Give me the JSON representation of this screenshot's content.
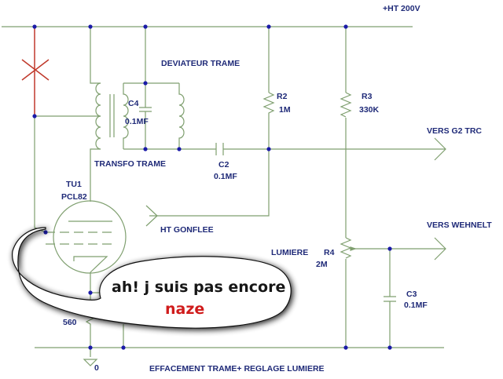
{
  "labels": {
    "ht": "+HT 200V",
    "deviateur": "DEVIATEUR TRAME",
    "r2_name": "R2",
    "r2_value": "1M",
    "r3_name": "R3",
    "r3_value": "330K",
    "vers_g2": "VERS G2 TRC",
    "c4_name": "C4",
    "c4_value": "0.1MF",
    "transfo": "TRANSFO TRAME",
    "c2_name": "C2",
    "c2_value": "0.1MF",
    "tube_name": "TU1",
    "tube_type": "PCL82",
    "ht_gonflee": "HT GONFLEE",
    "vers_wehnelt": "VERS WEHNELT",
    "lumiere": "LUMIERE",
    "r4_name": "R4",
    "r4_value": "2M",
    "c3_name": "C3",
    "c3_value": "0.1MF",
    "r_cathode_value": "560",
    "ground": "0",
    "footer": "EFFACEMENT TRAME+ REGLAGE LUMIERE"
  },
  "bubble": {
    "line1": "ah! j suis pas encore",
    "line2": "naze"
  },
  "colors": {
    "wire": "#7f9f6f",
    "cut": "#c0392b",
    "node": "#1b1ba8",
    "text": "#1f2a78",
    "exclaim": "#d01c1c"
  }
}
